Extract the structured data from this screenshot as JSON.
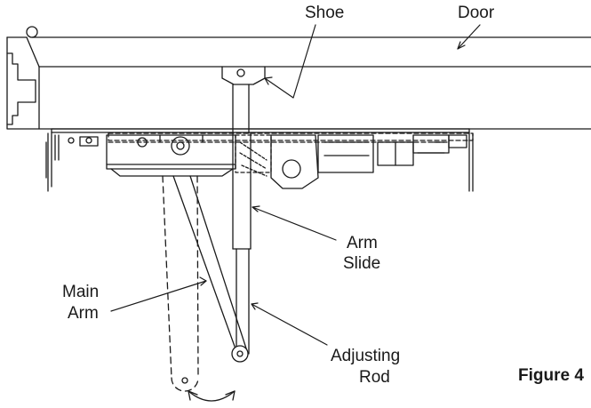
{
  "labels": {
    "shoe": "Shoe",
    "door": "Door",
    "arm_slide_1": "Arm",
    "arm_slide_2": "Slide",
    "main_arm_1": "Main",
    "main_arm_2": "Arm",
    "adjusting_rod_1": "Adjusting",
    "adjusting_rod_2": "Rod",
    "figure": "Figure 4"
  }
}
